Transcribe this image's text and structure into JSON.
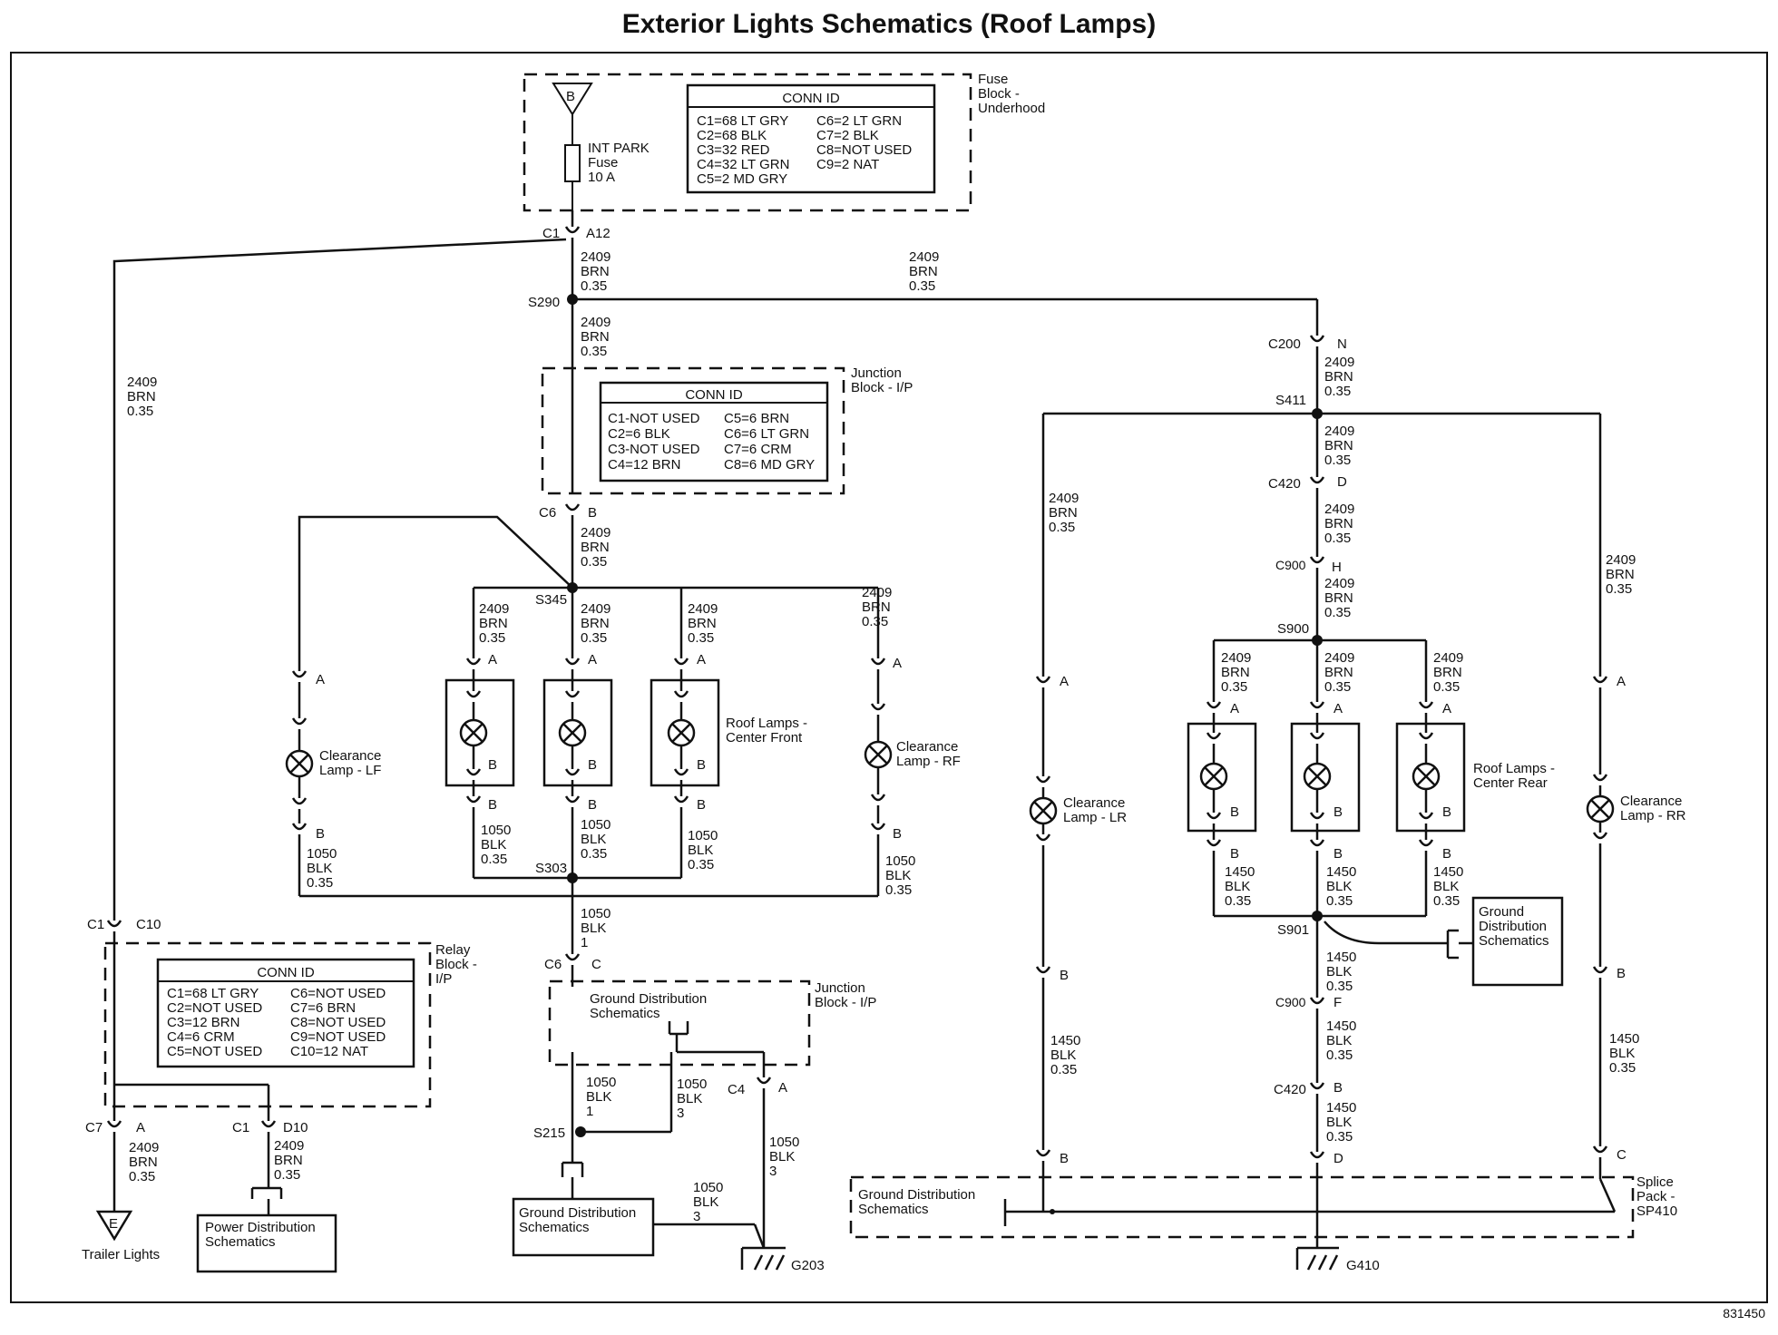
{
  "title": "Exterior Lights Schematics (Roof Lamps)",
  "doc_id": "831450",
  "fuse_block": {
    "name": [
      "Fuse",
      "Block -",
      "Underhood"
    ],
    "terminal": "B",
    "fuse_label": [
      "INT PARK",
      "Fuse",
      "10 A"
    ],
    "conn_title": "CONN ID",
    "conn_rows": [
      [
        "C1=68 LT GRY",
        "C6=2 LT GRN"
      ],
      [
        "C2=68 BLK",
        "C7=2 BLK"
      ],
      [
        "C3=32 RED",
        "C8=NOT USED"
      ],
      [
        "C4=32 LT GRN",
        "C9=2 NAT"
      ],
      [
        "C5=2 MD GRY",
        ""
      ]
    ]
  },
  "junction_block_top": {
    "name": [
      "Junction",
      "Block - I/P"
    ],
    "conn_title": "CONN ID",
    "conn_rows": [
      [
        "C1-NOT USED",
        "C5=6 BRN"
      ],
      [
        "C2=6 BLK",
        "C6=6 LT GRN"
      ],
      [
        "C3-NOT USED",
        "C7=6 CRM"
      ],
      [
        "C4=12 BRN",
        "C8=6 MD GRY"
      ]
    ]
  },
  "relay_block": {
    "name": [
      "Relay",
      "Block -",
      "I/P"
    ],
    "conn_title": "CONN ID",
    "conn_rows": [
      [
        "C1=68 LT GRY",
        "C6=NOT USED"
      ],
      [
        "C2=NOT USED",
        "C7=6 BRN"
      ],
      [
        "C3=12 BRN",
        "C8=NOT USED"
      ],
      [
        "C4=6 CRM",
        "C9=NOT USED"
      ],
      [
        "C5=NOT USED",
        "C10=12 NAT"
      ]
    ]
  },
  "junction_block_bottom": {
    "name": [
      "Junction",
      "Block - I/P"
    ],
    "inner": [
      "Ground Distribution",
      "Schematics"
    ]
  },
  "splice_pack": {
    "name": [
      "Splice",
      "Pack -",
      "SP410"
    ],
    "inner": [
      "Ground Distribution",
      "Schematics"
    ]
  },
  "wires": {
    "brn_main": [
      "2409",
      "BRN",
      "0.35"
    ],
    "blk_1050": [
      "1050",
      "BLK",
      "0.35"
    ],
    "blk_1050_1": [
      "1050",
      "BLK",
      "1"
    ],
    "blk_1050_3": [
      "1050",
      "BLK",
      "3"
    ],
    "blk_1450": [
      "1450",
      "BLK",
      "0.35"
    ]
  },
  "splices": [
    "S290",
    "S345",
    "S303",
    "S215",
    "S411",
    "S900",
    "S901"
  ],
  "connectors": {
    "c1_a12": [
      "C1",
      "A12"
    ],
    "c6_b": [
      "C6",
      "B"
    ],
    "c6_c": [
      "C6",
      "C"
    ],
    "c4_a": [
      "C4",
      "A"
    ],
    "c1_c10": [
      "C1",
      "C10"
    ],
    "c7_a": [
      "C7",
      "A"
    ],
    "c1_d10": [
      "C1",
      "D10"
    ],
    "c200_n": [
      "C200",
      "N"
    ],
    "c420_d": [
      "C420",
      "D"
    ],
    "c900_h": [
      "C900",
      "H"
    ],
    "c900_f": [
      "C900",
      "F"
    ],
    "c420_b": [
      "C420",
      "B"
    ],
    "pins": [
      "A",
      "B",
      "C",
      "D"
    ]
  },
  "lamps": {
    "lf": [
      "Clearance",
      "Lamp - LF"
    ],
    "rf": [
      "Clearance",
      "Lamp - RF"
    ],
    "center_front": [
      "Roof Lamps -",
      "Center Front"
    ],
    "lr": [
      "Clearance",
      "Lamp - LR"
    ],
    "rr": [
      "Clearance",
      "Lamp - RR"
    ],
    "center_rear": [
      "Roof Lamps -",
      "Center Rear"
    ]
  },
  "boxes": {
    "ground_dist": [
      "Ground Distribution",
      "Schematics"
    ],
    "ground_dist_right": [
      "Ground",
      "Distribution",
      "Schematics"
    ],
    "power_dist": [
      "Power Distribution",
      "Schematics"
    ]
  },
  "trailer": {
    "terminal": "E",
    "label": "Trailer Lights"
  },
  "grounds": [
    "G203",
    "G410"
  ]
}
